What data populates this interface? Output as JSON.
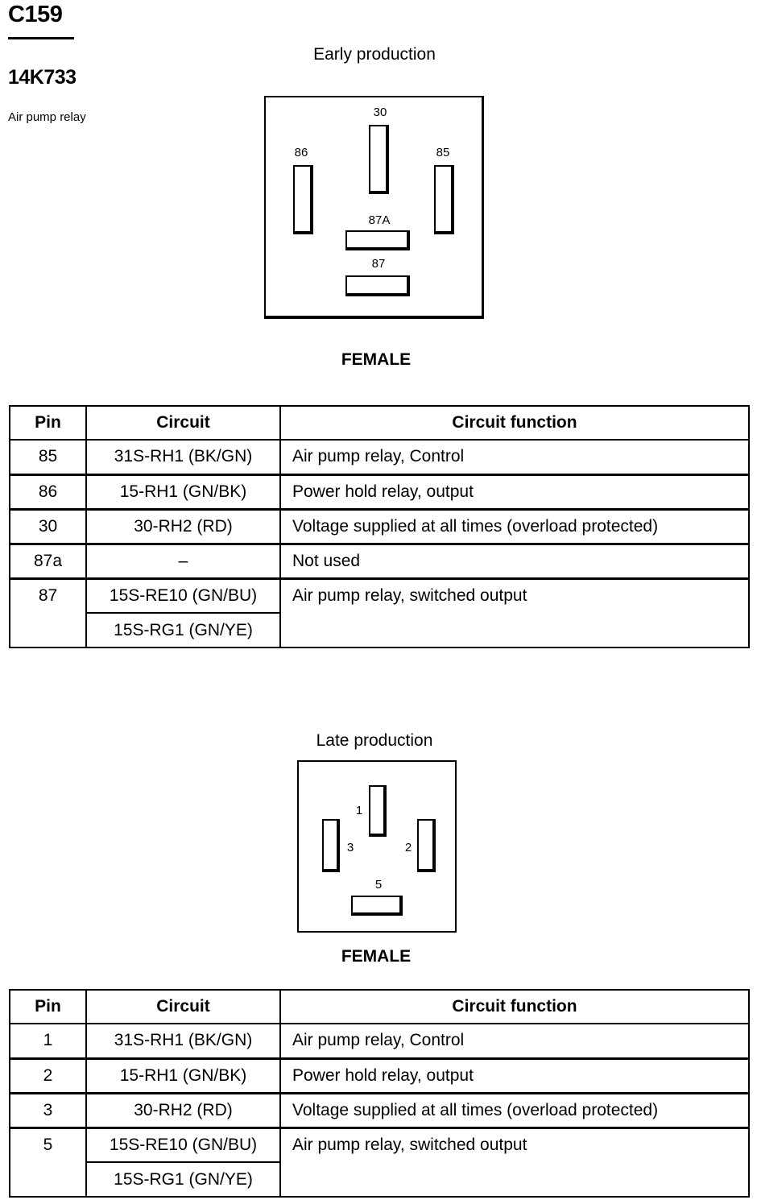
{
  "header": {
    "connector_id": "C159",
    "part_number": "14K733",
    "part_description": "Air pump relay"
  },
  "early": {
    "title": "Early production",
    "gender": "FEMALE",
    "pin_labels": {
      "p30": "30",
      "p86": "86",
      "p85": "85",
      "p87a": "87A",
      "p87": "87"
    },
    "table": {
      "headers": [
        "Pin",
        "Circuit",
        "Circuit function"
      ],
      "rows": [
        {
          "pin": "85",
          "circuits": [
            "31S-RH1 (BK/GN)"
          ],
          "function": "Air pump relay, Control"
        },
        {
          "pin": "86",
          "circuits": [
            "15-RH1 (GN/BK)"
          ],
          "function": "Power hold relay, output"
        },
        {
          "pin": "30",
          "circuits": [
            "30-RH2 (RD)"
          ],
          "function": "Voltage supplied at all times (overload protected)"
        },
        {
          "pin": "87a",
          "circuits": [
            "–"
          ],
          "function": "Not used"
        },
        {
          "pin": "87",
          "circuits": [
            "15S-RE10 (GN/BU)",
            "15S-RG1 (GN/YE)"
          ],
          "function": "Air pump relay, switched output"
        }
      ]
    }
  },
  "late": {
    "title": "Late production",
    "gender": "FEMALE",
    "pin_labels": {
      "p1": "1",
      "p2": "2",
      "p3": "3",
      "p5": "5"
    },
    "table": {
      "headers": [
        "Pin",
        "Circuit",
        "Circuit function"
      ],
      "rows": [
        {
          "pin": "1",
          "circuits": [
            "31S-RH1 (BK/GN)"
          ],
          "function": "Air pump relay, Control"
        },
        {
          "pin": "2",
          "circuits": [
            "15-RH1 (GN/BK)"
          ],
          "function": "Power hold relay, output"
        },
        {
          "pin": "3",
          "circuits": [
            "30-RH2 (RD)"
          ],
          "function": "Voltage supplied at all times (overload protected)"
        },
        {
          "pin": "5",
          "circuits": [
            "15S-RE10 (GN/BU)",
            "15S-RG1 (GN/YE)"
          ],
          "function": "Air pump relay, switched output"
        }
      ]
    }
  }
}
